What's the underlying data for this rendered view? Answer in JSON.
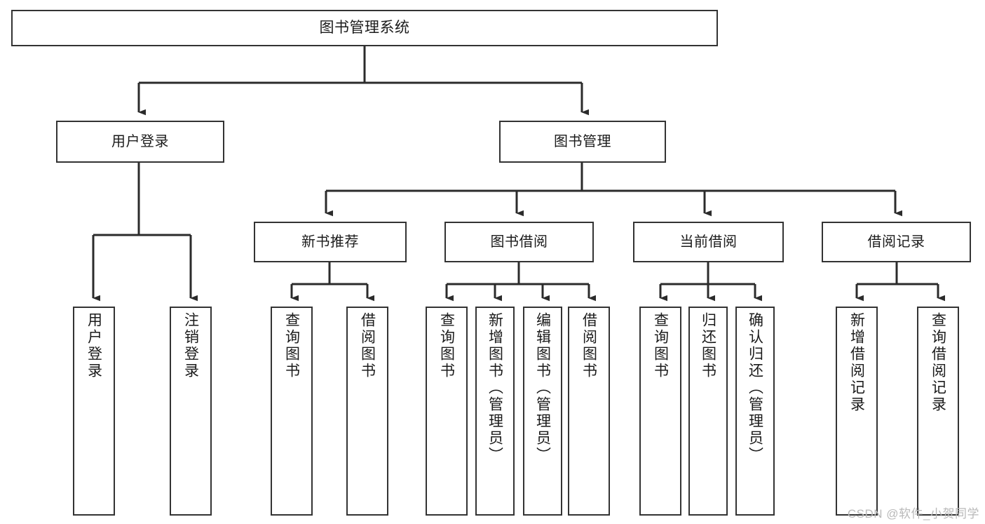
{
  "diagram": {
    "title": "图书管理系统",
    "watermark": "CSDN @软件_小贺同学",
    "colors": {
      "box_border": "#333333",
      "box_fill": "#ffffff",
      "connector": "#2b2b2b",
      "text": "#1b1b1b",
      "watermark": "#b9b9b9"
    },
    "root": {
      "label": "图书管理系统"
    },
    "level1": [
      {
        "label": "用户登录"
      },
      {
        "label": "图书管理"
      }
    ],
    "level2": [
      {
        "label": "新书推荐"
      },
      {
        "label": "图书借阅"
      },
      {
        "label": "当前借阅"
      },
      {
        "label": "借阅记录"
      }
    ],
    "leaves": {
      "user_login": [
        {
          "label": "用户登录"
        },
        {
          "label": "注销登录"
        }
      ],
      "new_book_recommend": [
        {
          "label": "查询图书"
        },
        {
          "label": "借阅图书"
        }
      ],
      "book_borrow": [
        {
          "label": "查询图书"
        },
        {
          "label": "新增图书（管理员）"
        },
        {
          "label": "编辑图书（管理员）"
        },
        {
          "label": "借阅图书"
        }
      ],
      "current_borrow": [
        {
          "label": "查询图书"
        },
        {
          "label": "归还图书"
        },
        {
          "label": "确认归还（管理员）"
        }
      ],
      "borrow_record": [
        {
          "label": "新增借阅记录"
        },
        {
          "label": "查询借阅记录"
        }
      ]
    }
  }
}
